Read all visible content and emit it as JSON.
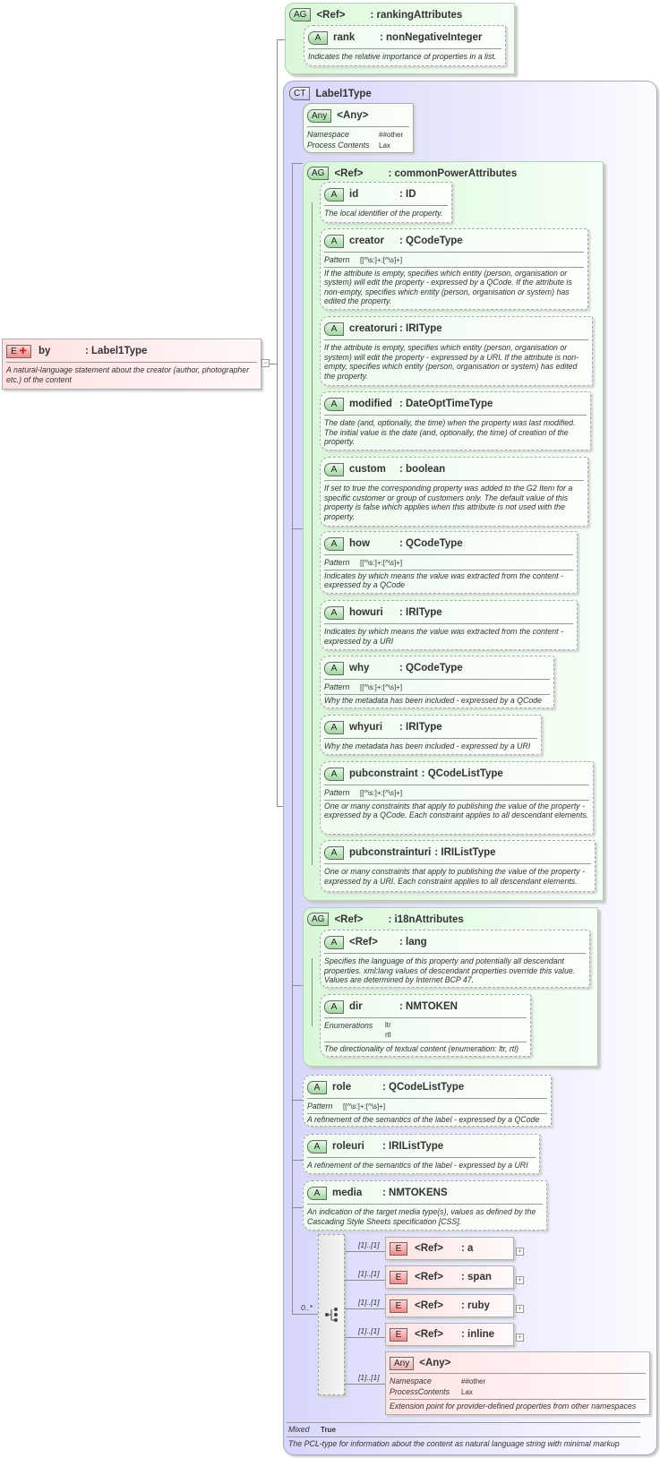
{
  "root_element": {
    "badge": "E",
    "name": "by",
    "type": ": Label1Type",
    "description": "A natural-language statement about the creator (author, photographer etc.) of the content",
    "collapse_symbol": "−"
  },
  "ranking_attributes": {
    "badge": "AG",
    "ref": "<Ref>",
    "name": ": rankingAttributes",
    "attributes": [
      {
        "badge": "A",
        "name": "rank",
        "type": ": nonNegativeInteger",
        "description": "Indicates the relative importance of properties in a list."
      }
    ]
  },
  "complex_type": {
    "badge": "CT",
    "name": "Label1Type",
    "any": {
      "badge": "Any",
      "name": "<Any>",
      "namespace_label": "Namespace",
      "namespace_value": "##other",
      "process_label": "Process Contents",
      "process_value": "Lax"
    },
    "common_power_attributes": {
      "badge": "AG",
      "ref": "<Ref>",
      "name": ": commonPowerAttributes",
      "attributes": [
        {
          "badge": "A",
          "name": "id",
          "type": ": ID",
          "pattern": "",
          "description": "The local identifier of the property."
        },
        {
          "badge": "A",
          "name": "creator",
          "type": ": QCodeType",
          "pattern": "[[^\\s:]+:[^\\s]+]",
          "description": "If the attribute is empty, specifies which entity (person, organisation or system) will edit the property - expressed by a QCode. If the attribute is non-empty, specifies which entity (person, organisation or system) has edited the property."
        },
        {
          "badge": "A",
          "name": "creatoruri",
          "type": ": IRIType",
          "pattern": "",
          "description": "If the attribute is empty, specifies which entity (person, organisation or system) will edit the property - expressed by a URI. If the attribute is non-empty, specifies which entity (person, organisation or system) has edited the property."
        },
        {
          "badge": "A",
          "name": "modified",
          "type": ": DateOptTimeType",
          "pattern": "",
          "description": "The date (and, optionally, the time) when the property was last modified. The initial value is the date (and, optionally, the time) of creation of the property."
        },
        {
          "badge": "A",
          "name": "custom",
          "type": ": boolean",
          "pattern": "",
          "description": "If set to true the corresponding property was added to the G2 Item for a specific customer or group of customers only. The default value of this property is false which applies when this attribute is not used with the property."
        },
        {
          "badge": "A",
          "name": "how",
          "type": ": QCodeType",
          "pattern": "[[^\\s:]+:[^\\s]+]",
          "description": "Indicates by which means the value was extracted from the content - expressed by a QCode"
        },
        {
          "badge": "A",
          "name": "howuri",
          "type": ": IRIType",
          "pattern": "",
          "description": "Indicates by which means the value was extracted from the content - expressed by a URI"
        },
        {
          "badge": "A",
          "name": "why",
          "type": ": QCodeType",
          "pattern": "[[^\\s:]+:[^\\s]+]",
          "description": "Why the metadata has been included - expressed by a QCode"
        },
        {
          "badge": "A",
          "name": "whyuri",
          "type": ": IRIType",
          "pattern": "",
          "description": "Why the metadata has been included - expressed by a URI"
        },
        {
          "badge": "A",
          "name": "pubconstraint",
          "type": ": QCodeListType",
          "pattern": "[[^\\s:]+:[^\\s]+]",
          "description": "One or many constraints that apply to publishing the value of the property - expressed by a QCode. Each constraint applies to all descendant elements."
        },
        {
          "badge": "A",
          "name": "pubconstrainturi",
          "type": ": IRIListType",
          "pattern": "",
          "description": "One or many constraints that apply to publishing the value of the property - expressed by a URI. Each constraint applies to all descendant elements."
        }
      ]
    },
    "i18n_attributes": {
      "badge": "AG",
      "ref": "<Ref>",
      "name": ": i18nAttributes",
      "lang": {
        "badge": "A",
        "name": "<Ref>",
        "type": ": lang",
        "description": "Specifies the language of this property and potentially all descendant properties. xml:lang values of descendant properties override this value. Values are determined by Internet BCP 47."
      },
      "dir": {
        "badge": "A",
        "name": "dir",
        "type": ": NMTOKEN",
        "enum_label": "Enumerations",
        "enum_values": [
          "ltr",
          "rtl"
        ],
        "description": "The directionality of textual content (enumeration: ltr, rtl)"
      }
    },
    "role": {
      "badge": "A",
      "name": "role",
      "type": ": QCodeListType",
      "pattern_label": "Pattern",
      "pattern": "[[^\\s:]+:[^\\s]+]",
      "description": "A refinement of the semantics of the label - expressed by a QCode"
    },
    "roleuri": {
      "badge": "A",
      "name": "roleuri",
      "type": ": IRIListType",
      "description": "A refinement of the semantics of the label - expressed by a URI"
    },
    "media": {
      "badge": "A",
      "name": "media",
      "type": ": NMTOKENS",
      "description": "An indication of the target media type(s), values as defined by the Cascading Style Sheets specification [CSS]."
    },
    "choice": {
      "cardinality": "0..*",
      "children": [
        {
          "cardinality": "[1]..[1]",
          "badge": "E",
          "ref": "<Ref>",
          "name": ": a"
        },
        {
          "cardinality": "[1]..[1]",
          "badge": "E",
          "ref": "<Ref>",
          "name": ": span"
        },
        {
          "cardinality": "[1]..[1]",
          "badge": "E",
          "ref": "<Ref>",
          "name": ": ruby"
        },
        {
          "cardinality": "[1]..[1]",
          "badge": "E",
          "ref": "<Ref>",
          "name": ": inline"
        }
      ],
      "any": {
        "cardinality": "[1]..[1]",
        "badge": "Any",
        "name": "<Any>",
        "namespace_label": "Namespace",
        "namespace_value": "##other",
        "process_label": "ProcessContents",
        "process_value": "Lax",
        "description": "Extension point for provider-defined properties from other namespaces"
      }
    },
    "mixed_label": "Mixed",
    "mixed_value": "True",
    "description": "The PCL-type for information about the content as natural language string with minimal markup"
  },
  "labels": {
    "pattern": "Pattern",
    "expand": "+"
  }
}
